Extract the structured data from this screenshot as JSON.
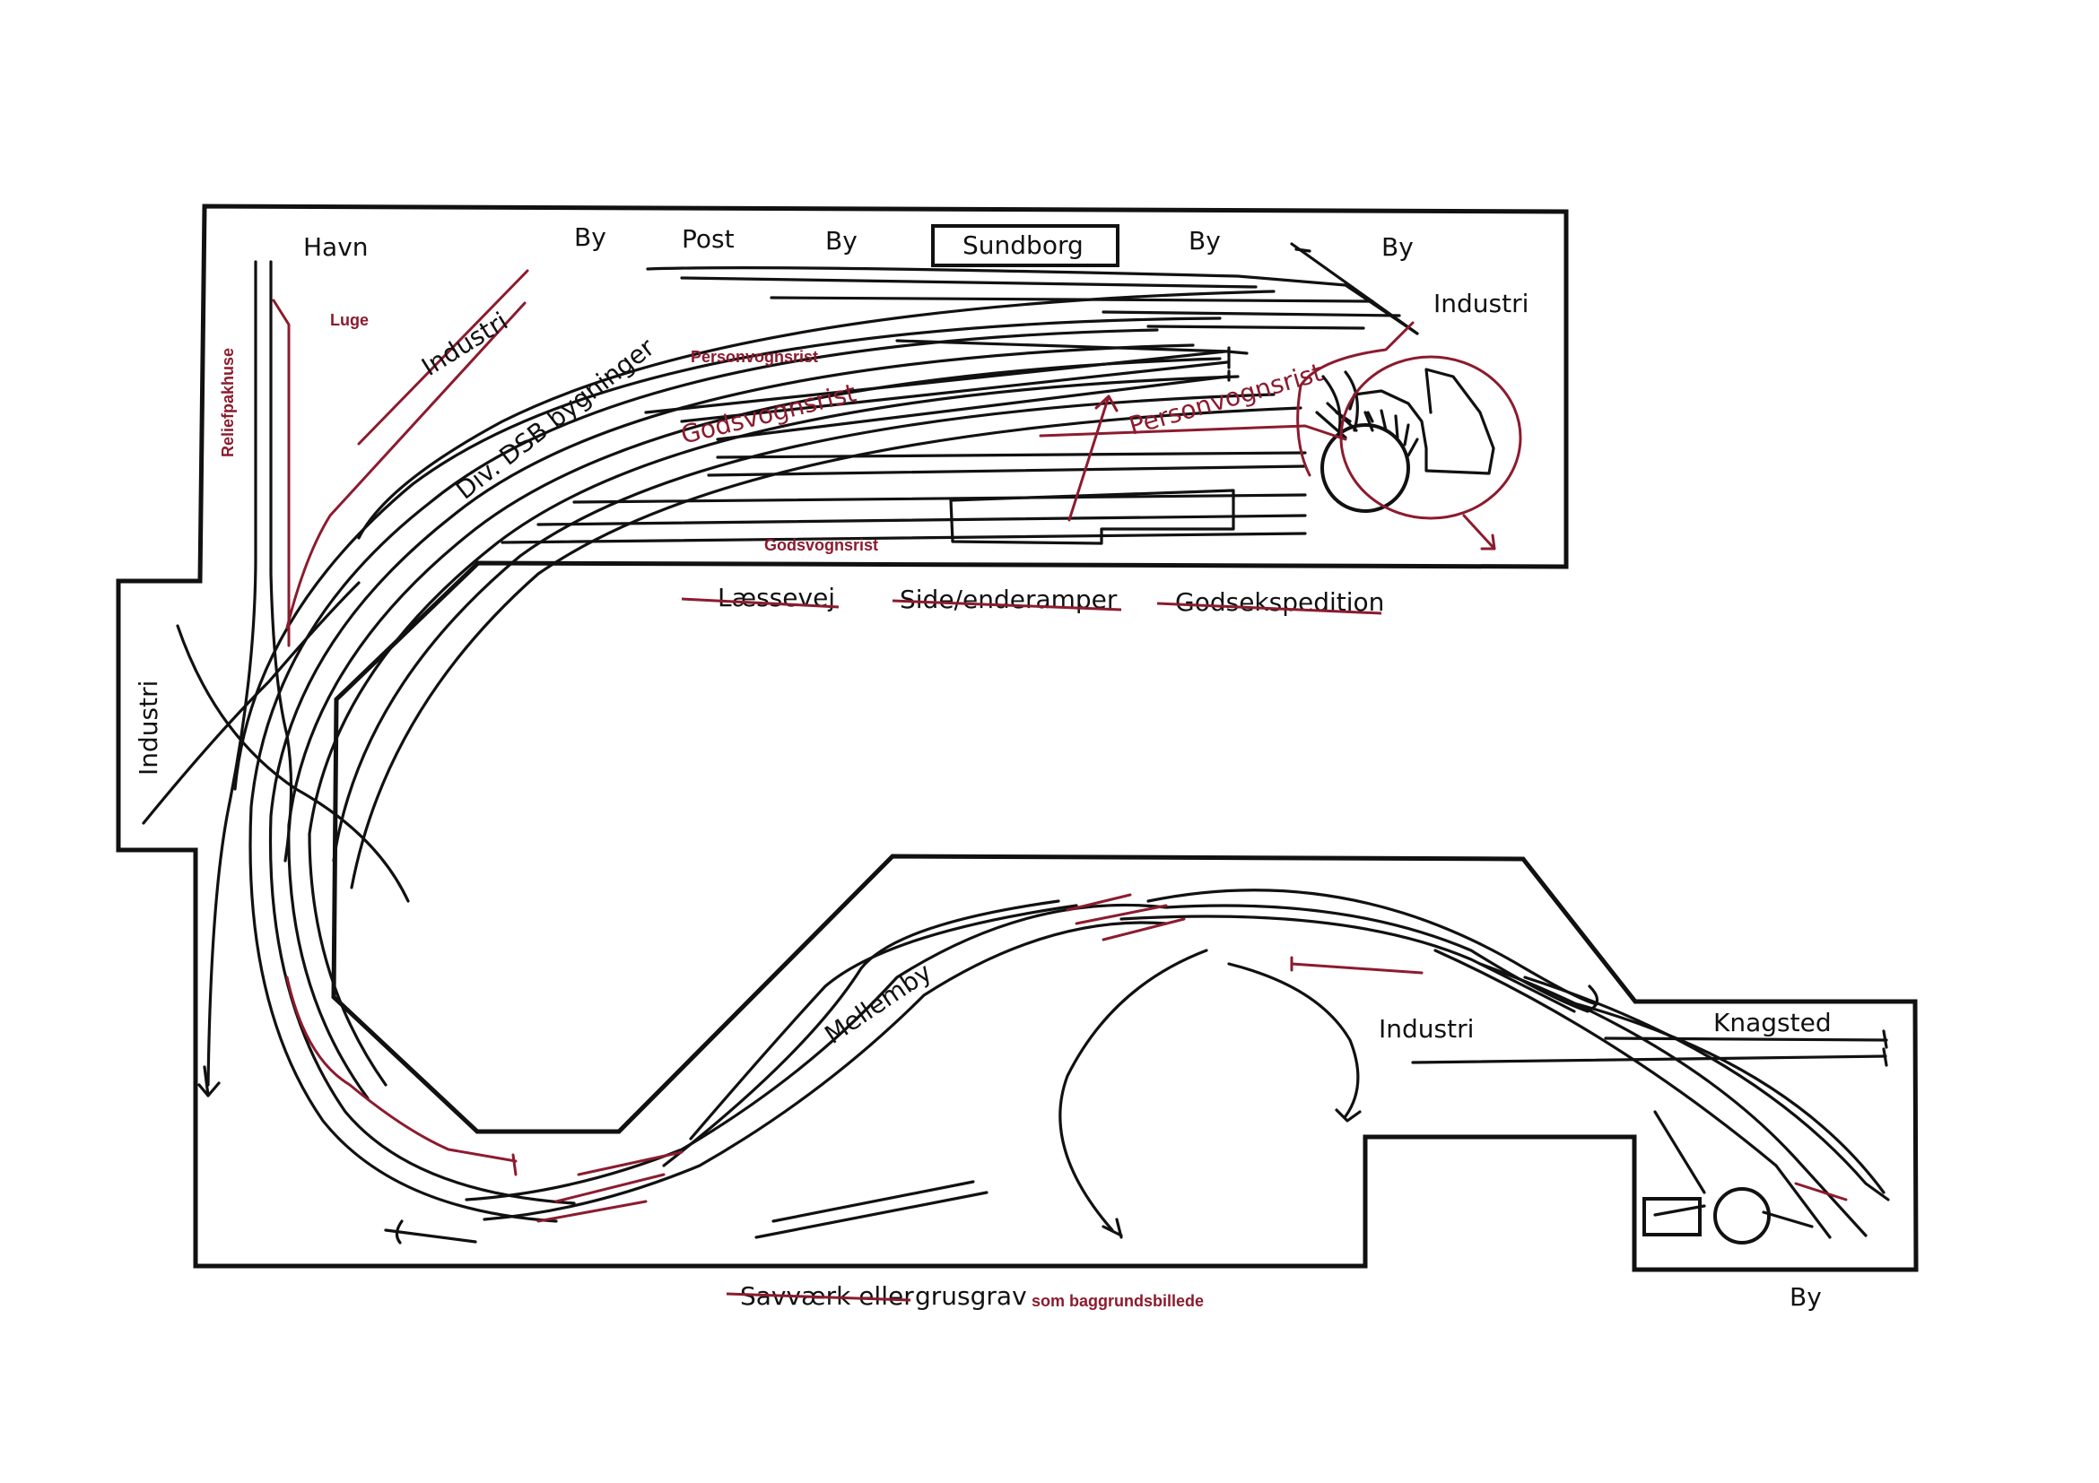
{
  "labels": {
    "havn": "Havn",
    "by_1": "By",
    "post": "Post",
    "by_2": "By",
    "sundborg": "Sundborg",
    "by_3": "By",
    "by_4": "By",
    "industri_top": "Industri",
    "industri_left": "Industri",
    "industri_diag": "Industri",
    "div_dsb": "Div. DSB bygninger",
    "mellemby": "Mellemby",
    "industri_lower": "Industri",
    "knagsted": "Knagsted",
    "by_bottom": "By",
    "grusgrav": "grusgrav"
  },
  "annotations": {
    "luge": "Luge",
    "reliefpakhuse": "Reliefpakhuse",
    "personvognsrist_1": "Personvognsrist",
    "godsvognsrist_1": "Godsvognsrist",
    "personvognsrist_2": "Personvognsrist",
    "godsvognsrist_2": "Godsvognsrist",
    "som_baggrund": "som baggrundsbillede"
  },
  "struck_labels": {
    "laessevej": "Læssevej",
    "side_enderamper": "Side/enderamper",
    "godsekspedition": "Godsekspedition",
    "savvaerk": "Savværk eller"
  },
  "colors": {
    "track": "#111111",
    "annotation": "#8c1b2e"
  }
}
